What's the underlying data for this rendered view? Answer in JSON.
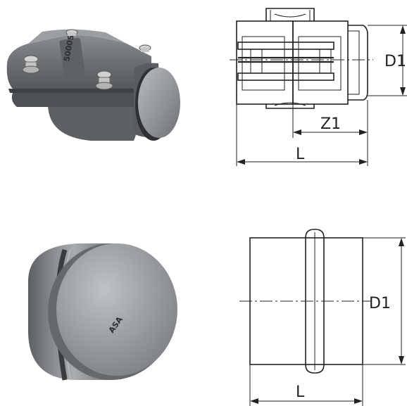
{
  "drawing_top": {
    "diameter_label": "D1",
    "offset_label": "Z1",
    "length_label": "L"
  },
  "drawing_bottom": {
    "diameter_label": "D1",
    "length_label": "L"
  },
  "photo_clamp": {
    "imprint_text": "5000S"
  },
  "photo_cap": {
    "imprint_text": "ASA"
  },
  "colors": {
    "body_gray": "#6f7275",
    "dark_gray": "#3e4043",
    "light_gray": "#a6a9ac",
    "line": "#222222"
  }
}
